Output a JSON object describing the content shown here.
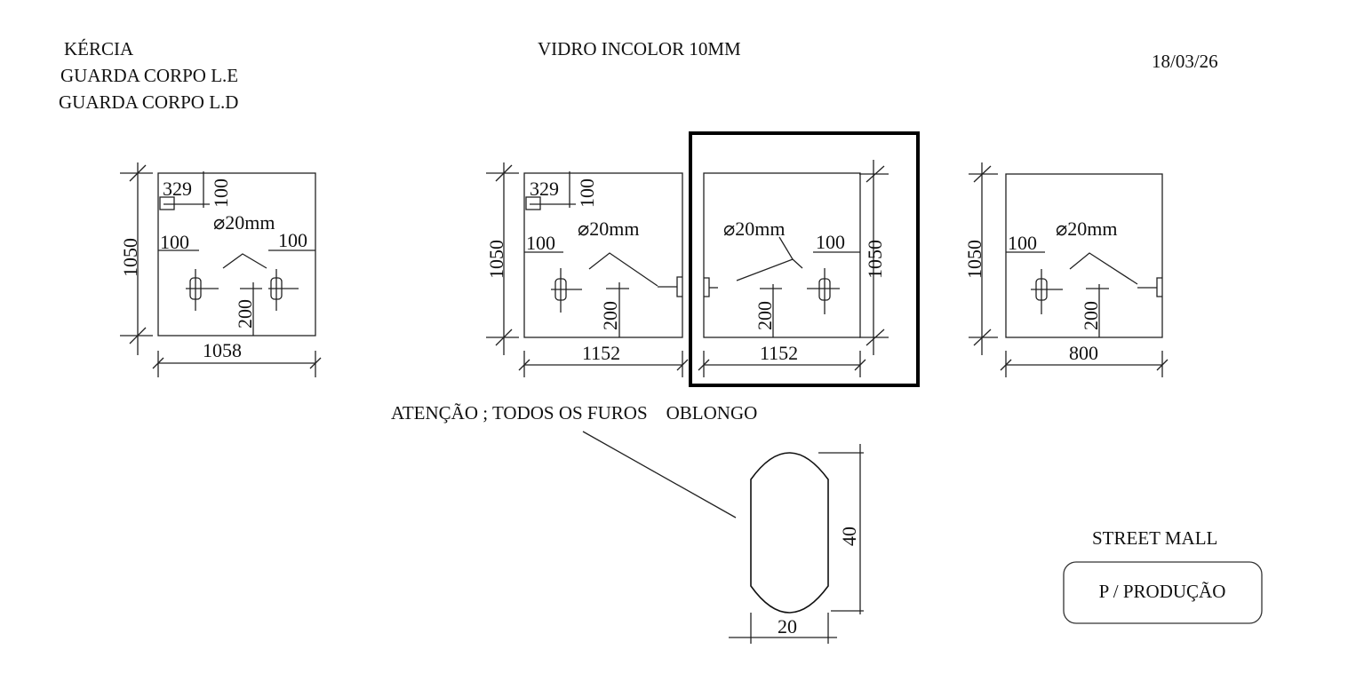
{
  "header": {
    "client": "KÉRCIA",
    "line2": "GUARDA CORPO  L.E",
    "line3": "GUARDA CORPO  L.D",
    "material": "VIDRO INCOLOR 10MM",
    "date": "18/03/26"
  },
  "panels": [
    {
      "height": "1050",
      "width": "1058",
      "corner_x": "329",
      "corner_y": "100",
      "hole": "⌀20mm",
      "left_offset": "100",
      "right_offset": "100",
      "bottom_offset": "200"
    },
    {
      "height": "1050",
      "width": "1152",
      "corner_x": "329",
      "corner_y": "100",
      "hole": "⌀20mm",
      "left_offset": "100",
      "bottom_offset": "200"
    },
    {
      "height": "1050",
      "width": "1152",
      "hole": "⌀20mm",
      "right_offset": "100",
      "bottom_offset": "200"
    },
    {
      "height": "1050",
      "width": "800",
      "hole": "⌀20mm",
      "left_offset": "100",
      "bottom_offset": "200"
    }
  ],
  "note": "ATENÇÃO ; TODOS OS FUROS    OBLONGO",
  "oblong": {
    "height": "40",
    "width": "20"
  },
  "project": "STREET MALL",
  "stamp": "P / PRODUÇÃO"
}
